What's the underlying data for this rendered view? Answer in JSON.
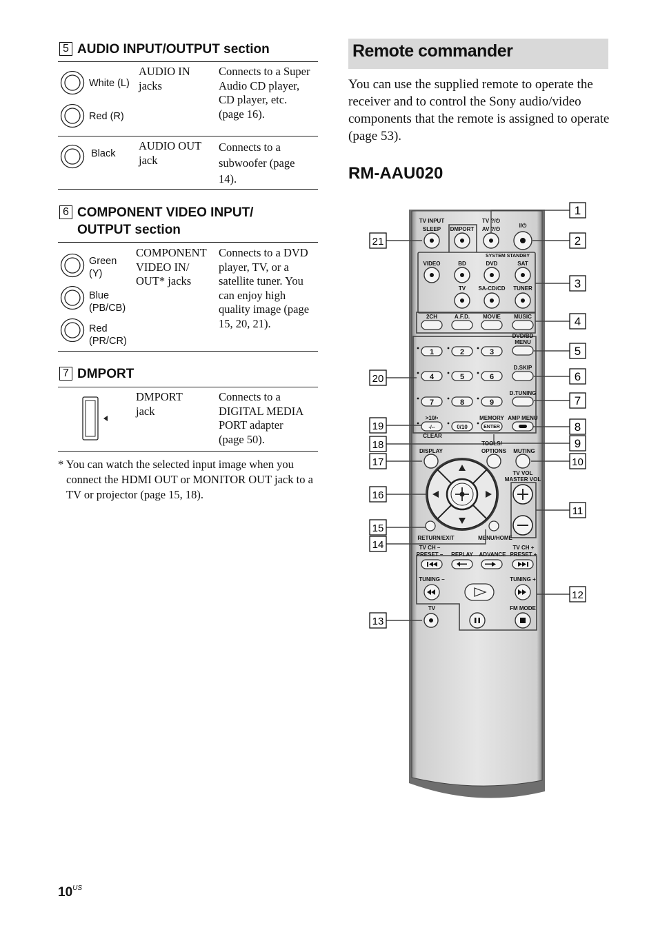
{
  "left": {
    "audio": {
      "num": "5",
      "title": "AUDIO INPUT/OUTPUT section",
      "white": "White (L)",
      "red": "Red (R)",
      "black": "Black",
      "in_name": [
        "AUDIO IN",
        "jacks"
      ],
      "in_desc": [
        "Connects to a Super",
        "Audio CD player,",
        "CD player, etc.",
        "(page 16)."
      ],
      "out_name": [
        "AUDIO OUT",
        "jack"
      ],
      "out_desc": [
        "Connects to a",
        "subwoofer (page",
        "14)."
      ]
    },
    "component": {
      "num": "6",
      "title": [
        "COMPONENT VIDEO INPUT/",
        "OUTPUT section"
      ],
      "green": [
        "Green",
        "(Y)"
      ],
      "blue": [
        "Blue",
        "(PB/CB)"
      ],
      "red": [
        "Red",
        "(PR/CR)"
      ],
      "name": [
        "COMPONENT",
        "VIDEO IN/",
        "OUT* jacks"
      ],
      "desc": [
        "Connects to a DVD",
        "player, TV, or a",
        "satellite tuner. You",
        "can enjoy high",
        "quality image (page",
        "15, 20, 21)."
      ]
    },
    "dmport": {
      "num": "7",
      "title": "DMPORT",
      "name": [
        "DMPORT",
        "jack"
      ],
      "desc": [
        "Connects to a",
        "DIGITAL MEDIA",
        "PORT adapter",
        "(page 50)."
      ]
    },
    "footnote": "* You can watch the selected input image when you connect the HDMI OUT or MONITOR OUT jack to a TV or projector (page 15, 18)."
  },
  "right": {
    "title": "Remote commander",
    "intro": "You can use the supplied remote to operate the receiver and to control the Sony audio/video components that the remote is assigned to operate (page 53).",
    "model": "RM-AAU020",
    "callouts_right": [
      "1",
      "2",
      "3",
      "4",
      "5",
      "6",
      "7",
      "8",
      "9",
      "10",
      "11",
      "12"
    ],
    "callouts_left": [
      "21",
      "20",
      "19",
      "18",
      "17",
      "16",
      "15",
      "14",
      "13"
    ],
    "labels": {
      "tv_input": "TV INPUT",
      "sleep": "SLEEP",
      "dmport": "DMPORT",
      "tv_power": "TV ?/⏻",
      "av_power": "AV ?/⏻",
      "power": "I/⏻",
      "system_standby": "SYSTEM STANDBY",
      "video": "VIDEO",
      "bd": "BD",
      "dvd": "DVD",
      "sat": "SAT",
      "tv": "TV",
      "sacd": "SA-CD/CD",
      "tuner": "TUNER",
      "ch2": "2CH",
      "afd": "A.F.D.",
      "movie": "MOVIE",
      "music": "MUSIC",
      "dvd_bd_menu": [
        "DVD/BD",
        "MENU"
      ],
      "dskip": "D.SKIP",
      "dtuning": "D.TUNING",
      "n1": "1",
      "n2": "2",
      "n3": "3",
      "n4": "4",
      "n5": "5",
      "n6": "6",
      "n7": "7",
      "n8": "8",
      "n9": "9",
      "n010": "0/10",
      "ten": ">10/•",
      "dash": "-/--",
      "clear": "CLEAR",
      "memory": "MEMORY",
      "enter": "ENTER",
      "amp_menu": "AMP MENU",
      "tools": "TOOLS/",
      "options": "OPTIONS",
      "display": "DISPLAY",
      "muting": "MUTING",
      "tv_vol": "TV VOL",
      "master_vol": "MASTER VOL",
      "return_exit": "RETURN/EXIT",
      "menu_home": "MENU/HOME",
      "tv_ch_minus": "TV CH –",
      "preset_minus": "PRESET –",
      "replay": "REPLAY",
      "advance": "ADVANCE",
      "tv_ch_plus": "TV CH +",
      "preset_plus": "PRESET +",
      "tuning_minus": "TUNING –",
      "tuning_plus": "TUNING +",
      "tv2": "TV",
      "fm_mode": "FM MODE"
    }
  },
  "footer": {
    "page": "10",
    "suffix": "US"
  }
}
